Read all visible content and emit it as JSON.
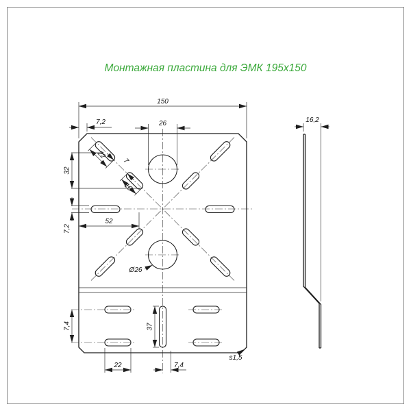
{
  "title": {
    "text": "Монтажная пластина для ЭМК 195х150",
    "color": "#3BA93B"
  },
  "front": {
    "overall_width": "150",
    "corner_offset": "7,2",
    "hole_offset": "26",
    "diag_slot_outer": "22",
    "diag_gap": "7",
    "left_upper": "32",
    "diag_slot_inner": "10",
    "slot_width": "7,2",
    "mid_width": "52",
    "hole_dia": "Ø26",
    "left_lower": "7,4",
    "center_slot_len": "37",
    "bottom_slot_len": "22",
    "bottom_gap": "7,4",
    "sheet_thickness": "s1,5"
  },
  "side": {
    "depth": "16,2"
  }
}
